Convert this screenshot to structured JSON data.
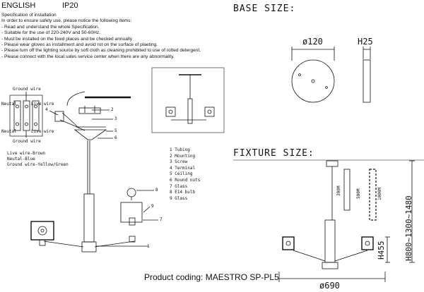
{
  "header": {
    "language": "ENGLISH",
    "ip_rating": "IP20"
  },
  "spec": {
    "title": "Specification of installation",
    "lines": [
      "In order to ensure safety use, please notice the following items:",
      "- Read and understand the whole Specification.",
      "- Suitable for the use of 220-240V and 50-60Hz.",
      "- Must be installed on the fixed places and be checked annually",
      "- Please wear gloves as installment and avoid rot on the surface of plaeting.",
      "- Please turn off the lighting source by soft cloth as cleaning prohibited to use of rotted detergent.",
      "- Please connect with the local sales service center when there are any abnormality."
    ]
  },
  "wiring": {
    "ground_top": "Ground wire",
    "neutral_top": "Neutal",
    "live_top": "Live wire",
    "neutral_bottom": "Neutal",
    "live_bottom": "Live wire",
    "ground_bottom": "Ground wire",
    "legend": [
      "Live wire-Brown",
      "Neutal-Blue",
      "Ground wire-Yellow/Green"
    ]
  },
  "parts": {
    "list": [
      "1 Tubing",
      "2 Mounting",
      "3 Screw",
      "4 Terminal",
      "5 Ceiling",
      "6 Round nuts",
      "7 Glass",
      "8 E14 bulb",
      "9 Glass"
    ],
    "callouts": [
      "1",
      "2",
      "3",
      "4",
      "5",
      "6",
      "7",
      "8",
      "9"
    ]
  },
  "base": {
    "title": "BASE SIZE:",
    "diameter": "ø120",
    "height": "H25"
  },
  "fixture": {
    "title": "FIXTURE SIZE:",
    "width": "ø690",
    "body_height": "H455",
    "overall_height": "H800~1300~1480",
    "rod_lengths": [
      "300M",
      "500M",
      "1000M"
    ]
  },
  "footer": {
    "product_coding": "Product coding: MAESTRO SP-PL5"
  }
}
